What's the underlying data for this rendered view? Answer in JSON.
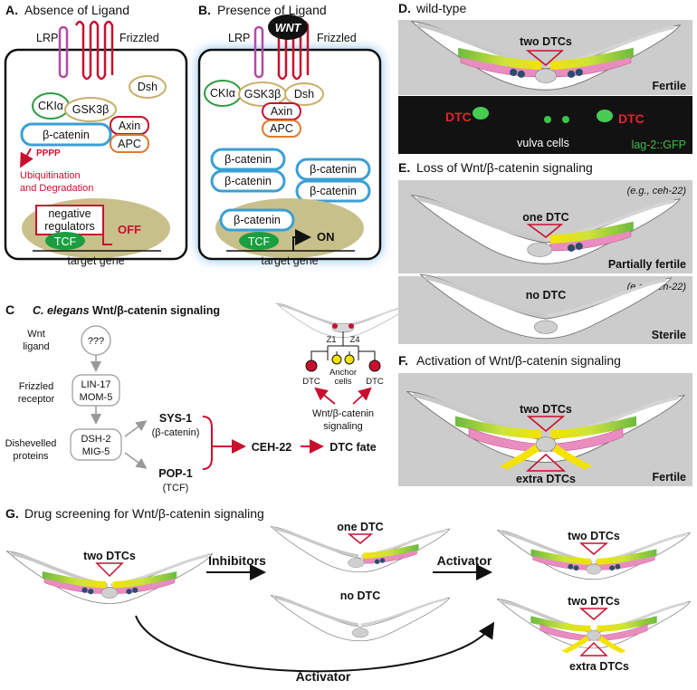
{
  "panelA": {
    "letter": "A.",
    "title": "Absence of Ligand",
    "lrp": "LRP",
    "frizzled": "Frizzled",
    "dsh": "Dsh",
    "ck": "CKIα",
    "gsk": "GSK3β",
    "axin": "Axin",
    "apc": "APC",
    "bcat": "β-catenin",
    "pppp": "PPPP",
    "ubi1": "Ubiquitination",
    "ubi2": "and Degradation",
    "neg1": "negative",
    "neg2": "regulators",
    "tcf": "TCF",
    "off": "OFF",
    "target": "target gene"
  },
  "panelB": {
    "letter": "B.",
    "title": "Presence of Ligand",
    "lrp": "LRP",
    "wnt": "WNT",
    "frizzled": "Frizzled",
    "ck": "CKIα",
    "gsk": "GSK3β",
    "dsh": "Dsh",
    "axin": "Axin",
    "apc": "APC",
    "bcat": "β-catenin",
    "tcf": "TCF",
    "on": "ON",
    "target": "target gene"
  },
  "panelC": {
    "letter": "C",
    "title_italic": "C. elegans",
    "title_rest": "Wnt/β-catenin signaling",
    "wnt1": "Wnt",
    "wnt2": "ligand",
    "unk": "???",
    "fz1": "Frizzled",
    "fz2": "receptor",
    "lin17": "LIN-17",
    "mom5": "MOM-5",
    "dis1": "Dishevelled",
    "dis2": "proteins",
    "dsh2": "DSH-2",
    "mig5": "MIG-5",
    "sys1": "SYS-1",
    "sys1sub": "(β-catenin)",
    "pop1": "POP-1",
    "pop1sub": "(TCF)",
    "ceh22": "CEH-22",
    "dtcfate": "DTC fate",
    "z1": "Z1",
    "z4": "Z4",
    "anchor1": "Anchor",
    "anchor2": "cells",
    "dtc": "DTC",
    "sig1": "Wnt/β-catenin",
    "sig2": "signaling"
  },
  "panelD": {
    "letter": "D.",
    "title": "wild-type",
    "two_dtcs": "two DTCs",
    "fertile": "Fertile",
    "dtc": "DTC",
    "vulva": "vulva cells",
    "lag2": "lag-2::GFP"
  },
  "panelE": {
    "letter": "E.",
    "title": "Loss of Wnt/β-catenin signaling",
    "eg": "(e.g., ceh-22)",
    "one_dtc": "one DTC",
    "partial": "Partially fertile",
    "no_dtc": "no DTC",
    "sterile": "Sterile"
  },
  "panelF": {
    "letter": "F.",
    "title": "Activation of Wnt/β-catenin signaling",
    "two_dtcs": "two DTCs",
    "extra": "extra DTCs",
    "fertile": "Fertile"
  },
  "panelG": {
    "letter": "G.",
    "title": "Drug screening for Wnt/β-catenin signaling",
    "two_dtcs": "two DTCs",
    "inhibitors": "Inhibitors",
    "one_dtc": "one DTC",
    "no_dtc": "no DTC",
    "activator": "Activator",
    "extra": "extra DTCs"
  },
  "colors": {
    "red": "#c8102e",
    "blue": "#3a9fd4",
    "green": "#2ea043",
    "olive": "#c8c08a",
    "tcf": "#1a9e3f",
    "gray_bg": "#cccccc",
    "gonad_green": "#7cc242",
    "gonad_yellow": "#f2e600",
    "pink": "#e68ab8"
  }
}
